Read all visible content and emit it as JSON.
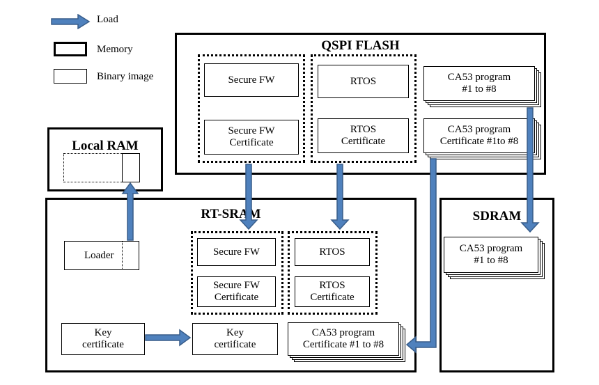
{
  "legend": {
    "load": "Load",
    "memory": "Memory",
    "binary_image": "Binary image"
  },
  "memories": {
    "qspi_flash": "QSPI FLASH",
    "local_ram": "Local RAM",
    "rt_sram": "RT-SRAM",
    "sdram": "SDRAM"
  },
  "qspi": {
    "secure_fw": "Secure FW",
    "secure_fw_cert": "Secure FW\nCertificate",
    "rtos": "RTOS",
    "rtos_cert": "RTOS\nCertificate",
    "ca53_program": "CA53 program\n#1 to #8",
    "ca53_cert": "CA53 program\nCertificate #1to #8"
  },
  "rt_sram_items": {
    "loader": "Loader",
    "secure_fw": "Secure FW",
    "secure_fw_cert": "Secure FW\nCertificate",
    "rtos": "RTOS",
    "rtos_cert": "RTOS\nCertificate",
    "key_cert_src": "Key\ncertificate",
    "key_cert_dst": "Key\ncertificate",
    "ca53_cert": "CA53 program\nCertificate #1 to #8"
  },
  "sdram_items": {
    "ca53_program": "CA53 program\n#1 to #8"
  },
  "colors": {
    "arrow_fill": "#4f81bd",
    "arrow_stroke": "#385d8a"
  }
}
